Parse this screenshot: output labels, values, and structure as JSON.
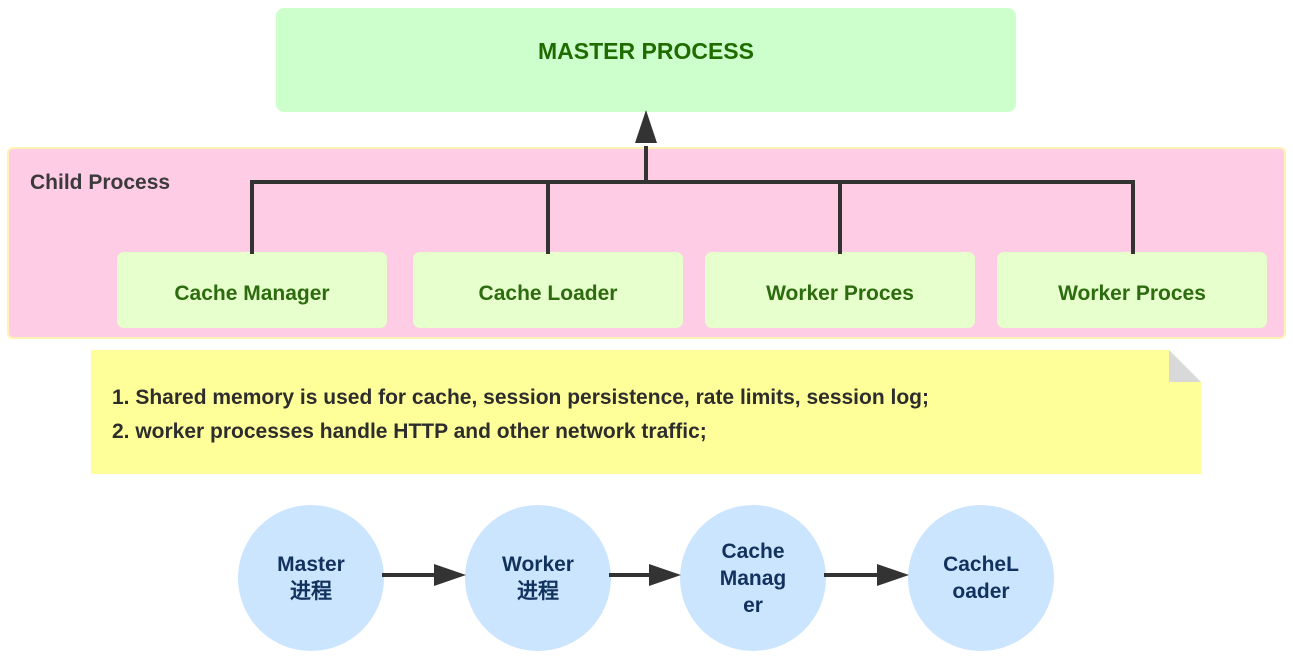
{
  "master": {
    "label": "MASTER PROCESS"
  },
  "group": {
    "label": "Child Process"
  },
  "children": [
    {
      "label": "Cache Manager"
    },
    {
      "label": "Cache Loader"
    },
    {
      "label": "Worker Proces"
    },
    {
      "label": "Worker Proces"
    }
  ],
  "note": {
    "lines": [
      "1. Shared memory is used for cache, session persistence, rate limits, session log;",
      "2. worker processes handle HTTP and other network traffic;"
    ]
  },
  "flow": [
    {
      "label": "Master\n进程"
    },
    {
      "label": "Worker\n进程"
    },
    {
      "label": "Cache\nManag\ner"
    },
    {
      "label": "CacheL\noader"
    }
  ],
  "colors": {
    "master_fill": "#ccffcc",
    "group_fill": "#ffcce6",
    "child_fill": "#e6ffcc",
    "note_fill": "#ffff99",
    "flow_fill": "#cce5ff",
    "connector": "#333333"
  }
}
